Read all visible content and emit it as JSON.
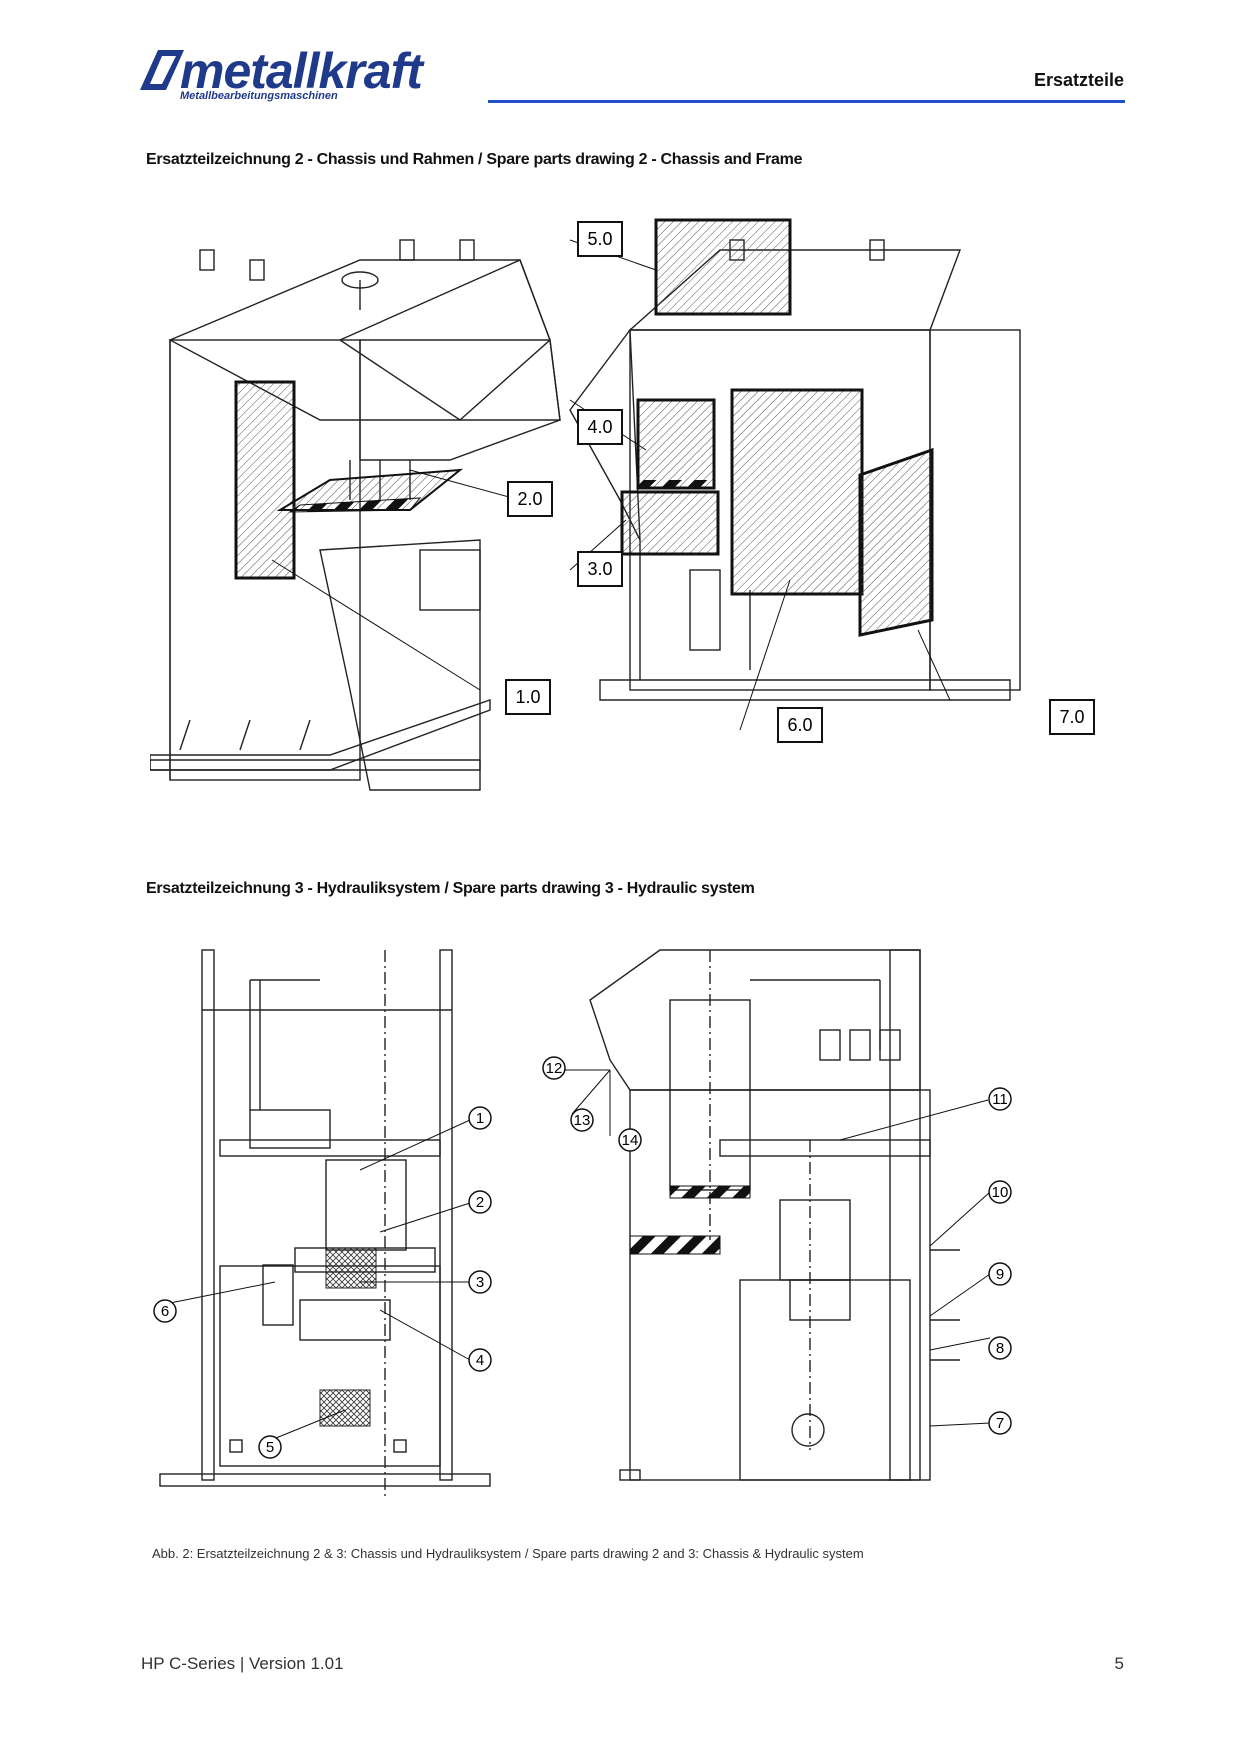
{
  "header": {
    "brand": "metallkraft",
    "brand_tagline": "Metallbearbeitungsmaschinen",
    "section": "Ersatzteile",
    "accent_color": "#1f4fc9",
    "brand_color": "#1f3a8a"
  },
  "drawing2": {
    "title": "Ersatzteilzeichnung 2 - Chassis und Rahmen / Spare parts drawing 2 - Chassis and Frame",
    "labels": [
      "1.0",
      "2.0",
      "3.0",
      "4.0",
      "5.0",
      "6.0",
      "7.0"
    ]
  },
  "drawing3": {
    "title": "Ersatzteilzeichnung 3 - Hydrauliksystem / Spare parts drawing 3 - Hydraulic system",
    "labels": [
      "1",
      "2",
      "3",
      "4",
      "5",
      "6",
      "7",
      "8",
      "9",
      "10",
      "11",
      "12",
      "13",
      "14"
    ]
  },
  "caption": "Abb. 2: Ersatzteilzeichnung 2 & 3: Chassis und Hydrauliksystem / Spare parts drawing 2 and 3: Chassis & Hydraulic system",
  "footer": {
    "doc": "HP C-Series | Version 1.01",
    "page": "5"
  }
}
